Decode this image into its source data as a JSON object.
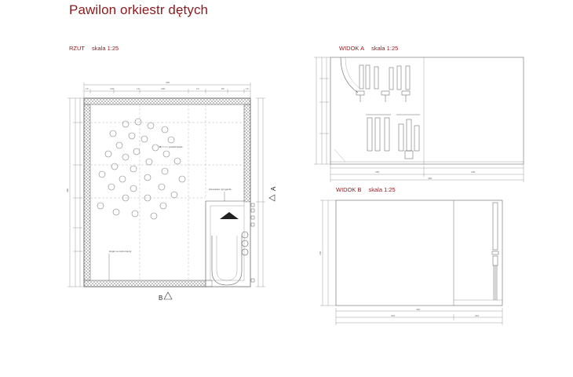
{
  "title": "Pawilon orkiestr dętych",
  "views": {
    "plan": {
      "name": "RZUT",
      "scale": "skala 1:25"
    },
    "view_a": {
      "name": "WIDOK A",
      "scale": "skala 1:25"
    },
    "view_b": {
      "name": "WIDOK B",
      "scale": "skala 1:25"
    }
  },
  "markers": {
    "a": "A",
    "b": "B"
  },
  "annotations": {
    "chairs": "pulpit/krzesla",
    "conductor": "stanowisko dyrygenta",
    "instruments": "stojak na instrumenty"
  },
  "dimensions": {
    "plan_top_total": "440",
    "plan_top_parts": [
      "10",
      "120",
      "10",
      "200",
      "10",
      "80",
      "10"
    ],
    "plan_left_total": "480",
    "view_a_bottom": [
      "440",
      "240",
      "200"
    ],
    "view_b_bottom": [
      "440",
      "210",
      "210"
    ],
    "view_b_left": "240"
  },
  "colors": {
    "accent": "#8a1a1e",
    "line": "#555555"
  }
}
